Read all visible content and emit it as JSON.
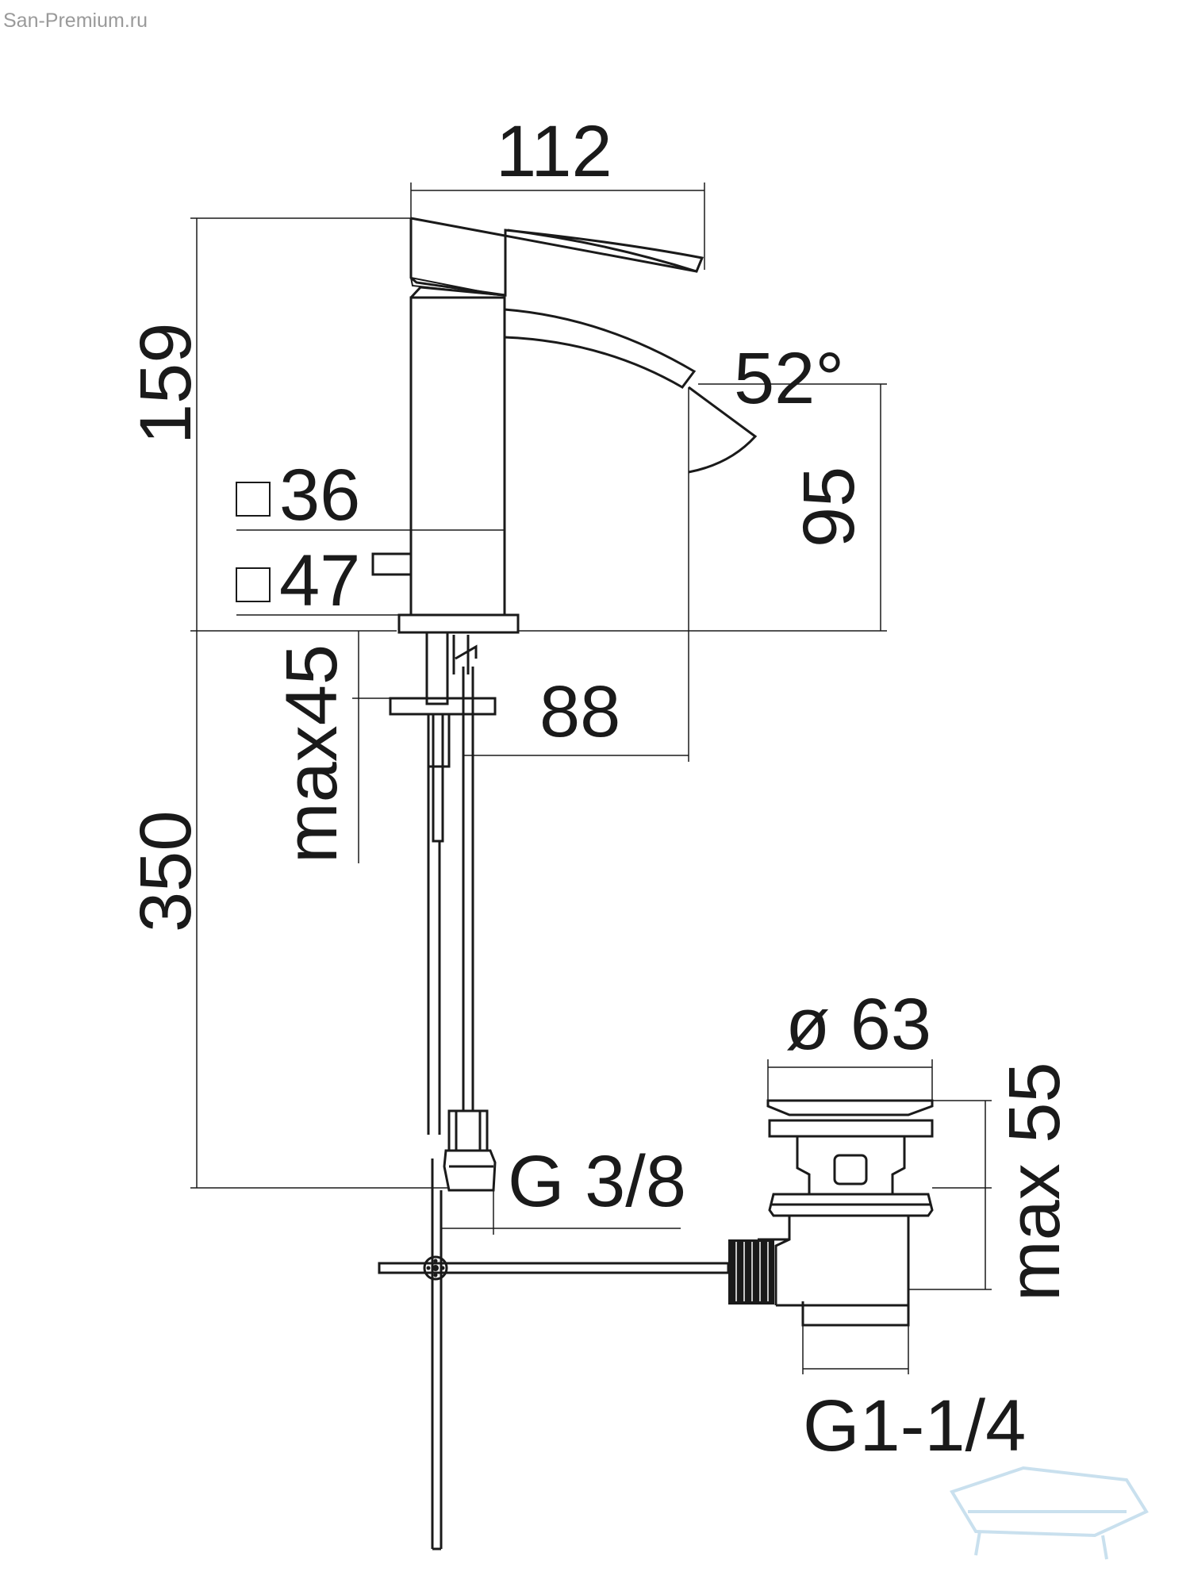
{
  "watermark": "San-Premium.ru",
  "dimensions": {
    "spout_length": "112",
    "total_height": "159",
    "spout_angle": "52°",
    "spout_height": "95",
    "body_square_small": "36",
    "body_square_large": "47",
    "max_deck_thickness": "max45",
    "projection": "88",
    "hose_length": "350",
    "supply_thread": "G 3/8",
    "waste_diameter": "ø 63",
    "waste_max_height": "max 55",
    "waste_thread": "G1-1/4"
  },
  "colors": {
    "line": "#1a1a1a",
    "logo": "#bcd9ea"
  }
}
